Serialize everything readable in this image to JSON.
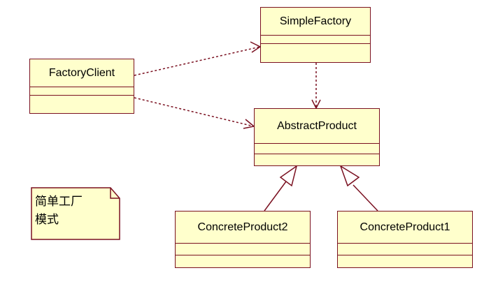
{
  "diagram": {
    "classes": {
      "simple_factory": "SimpleFactory",
      "factory_client": "FactoryClient",
      "abstract_product": "AbstractProduct",
      "concrete_product2": "ConcreteProduct2",
      "concrete_product1": "ConcreteProduct1"
    },
    "note": {
      "text": "简单工厂\n模式"
    },
    "relationships": [
      {
        "from": "FactoryClient",
        "to": "SimpleFactory",
        "type": "dependency"
      },
      {
        "from": "FactoryClient",
        "to": "AbstractProduct",
        "type": "dependency"
      },
      {
        "from": "SimpleFactory",
        "to": "AbstractProduct",
        "type": "dependency"
      },
      {
        "from": "ConcreteProduct2",
        "to": "AbstractProduct",
        "type": "generalization"
      },
      {
        "from": "ConcreteProduct1",
        "to": "AbstractProduct",
        "type": "generalization"
      }
    ],
    "colors": {
      "class_fill": "#ffffcc",
      "border": "#7a1020",
      "connector": "#7a1020"
    }
  }
}
